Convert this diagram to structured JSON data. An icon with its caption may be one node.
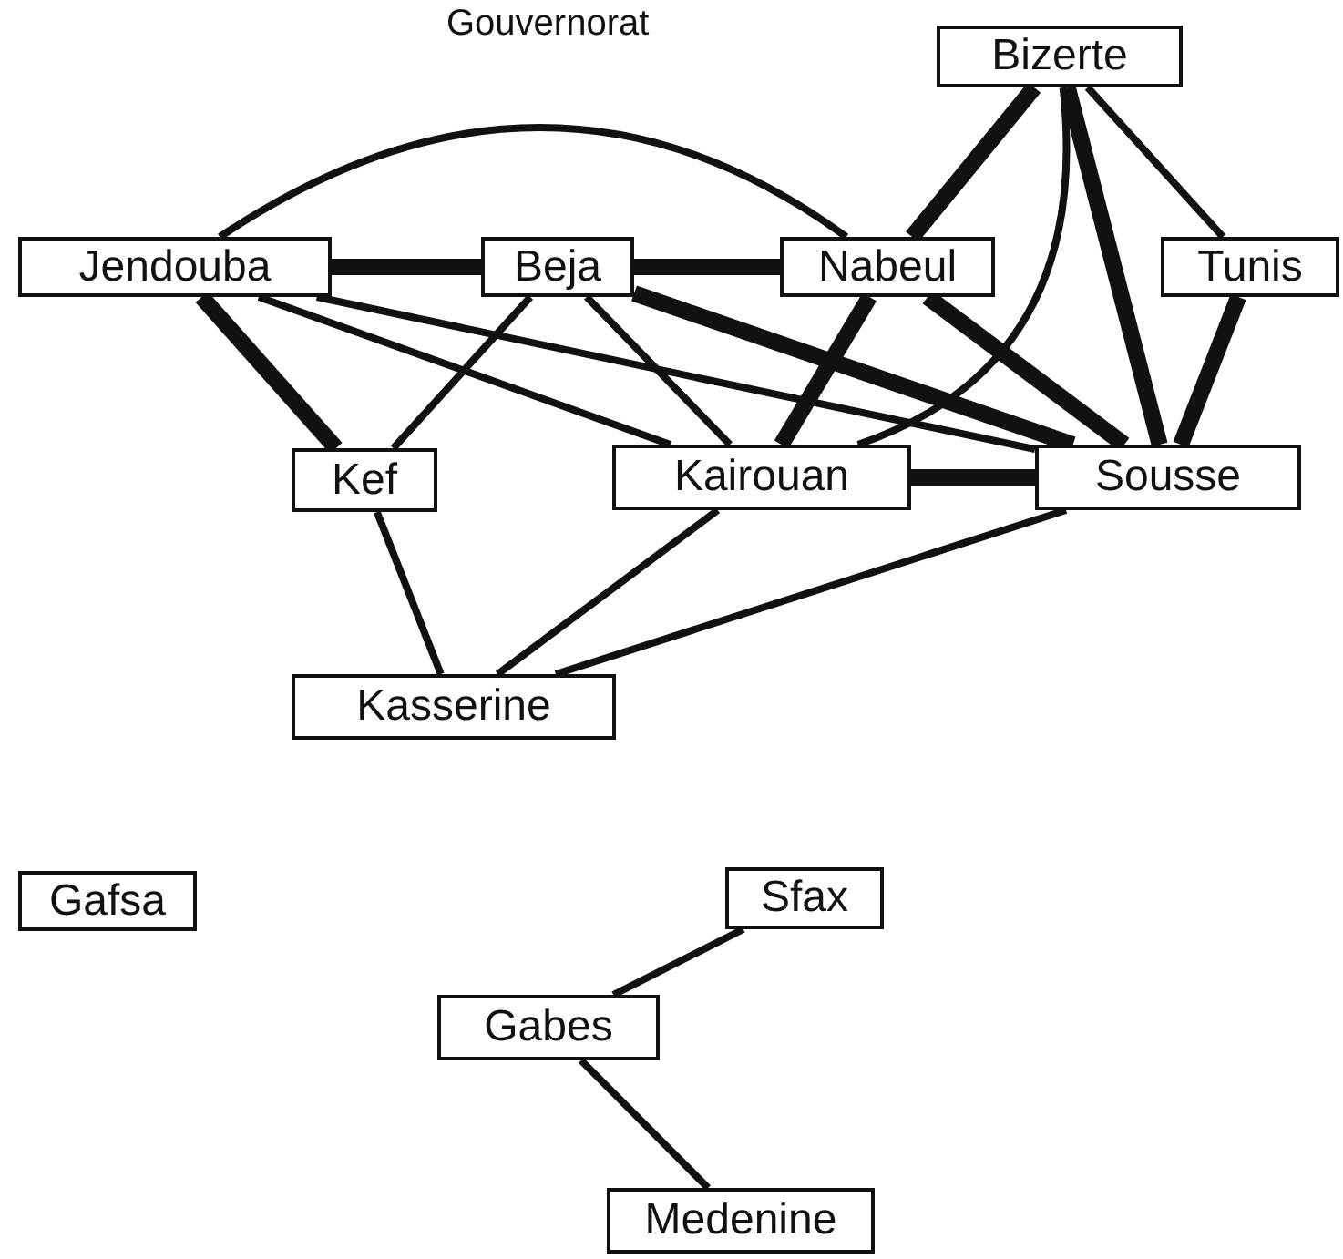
{
  "diagram": {
    "title": "Gouvernorat",
    "nodes": [
      {
        "text": [
          "Jendouba"
        ]
      },
      {
        "text": [
          "Beja"
        ]
      },
      {
        "text": [
          "Nabeul"
        ]
      },
      {
        "text": [
          "Bizerte"
        ]
      },
      {
        "text": [
          "Tunis"
        ]
      },
      {
        "text": [
          "Kef"
        ]
      },
      {
        "text": [
          "Kairouan"
        ]
      },
      {
        "text": [
          "Sousse"
        ]
      },
      {
        "text": [
          "Kasserine"
        ]
      },
      {
        "text": [
          "Gafsa"
        ]
      },
      {
        "text": [
          "Sfax"
        ]
      },
      {
        "text": [
          "Gabes"
        ]
      },
      {
        "text": [
          "Medenine"
        ]
      }
    ],
    "edges": [
      {
        "from": 0,
        "to": 1,
        "arrow": "none",
        "style": "thick"
      },
      {
        "from": 1,
        "to": 2,
        "arrow": "none",
        "style": "thick"
      },
      {
        "from": 0,
        "to": 2,
        "arrow": "none"
      },
      {
        "from": 0,
        "to": 5,
        "arrow": "none",
        "style": "thick"
      },
      {
        "from": 0,
        "to": 6,
        "arrow": "none"
      },
      {
        "from": 0,
        "to": 7,
        "arrow": "none"
      },
      {
        "from": 1,
        "to": 5,
        "arrow": "none"
      },
      {
        "from": 1,
        "to": 6,
        "arrow": "none"
      },
      {
        "from": 1,
        "to": 7,
        "arrow": "none",
        "style": "thick"
      },
      {
        "from": 2,
        "to": 6,
        "arrow": "none",
        "style": "thick"
      },
      {
        "from": 2,
        "to": 7,
        "arrow": "none",
        "style": "thick"
      },
      {
        "from": 3,
        "to": 2,
        "arrow": "none",
        "style": "thick"
      },
      {
        "from": 3,
        "to": 6,
        "arrow": "none"
      },
      {
        "from": 3,
        "to": 7,
        "arrow": "none",
        "style": "thick"
      },
      {
        "from": 3,
        "to": 4,
        "arrow": "none"
      },
      {
        "from": 4,
        "to": 7,
        "arrow": "none",
        "style": "thick"
      },
      {
        "from": 6,
        "to": 7,
        "arrow": "none",
        "style": "thick"
      },
      {
        "from": 5,
        "to": 8,
        "arrow": "none"
      },
      {
        "from": 6,
        "to": 8,
        "arrow": "none"
      },
      {
        "from": 7,
        "to": 8,
        "arrow": "none"
      },
      {
        "from": 10,
        "to": 11,
        "arrow": "none"
      },
      {
        "from": 11,
        "to": 12,
        "arrow": "none"
      }
    ]
  }
}
